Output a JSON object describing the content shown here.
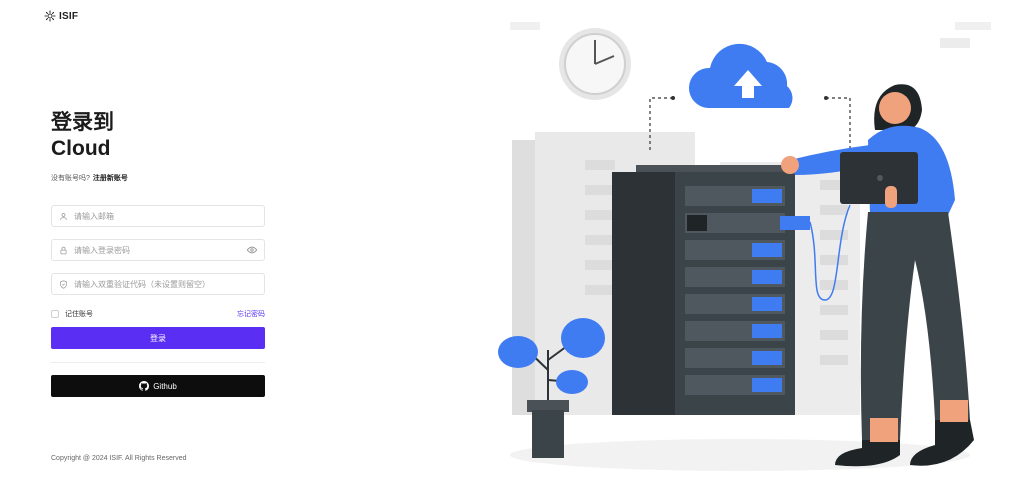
{
  "brand": {
    "name": "ISIF"
  },
  "login": {
    "title_line1": "登录到",
    "title_line2": "Cloud",
    "no_account_text": "没有账号吗?",
    "signup_link": "注册新账号",
    "email_placeholder": "请输入邮箱",
    "password_placeholder": "请输入登录密码",
    "otp_placeholder": "请输入双重验证代码（未设置则留空）",
    "remember_label": "记住账号",
    "forgot_label": "忘记密码",
    "login_button": "登录",
    "github_button": "Github"
  },
  "footer": {
    "copyright": "Copyright @ 2024 ISIF. All Rights Reserved"
  },
  "colors": {
    "primary": "#5b2ff3",
    "github": "#0d0d0d",
    "accent_blue": "#3f7cf2"
  },
  "icons": [
    "gear-logo-icon",
    "user-icon",
    "lock-icon",
    "eye-icon",
    "shield-icon",
    "github-icon"
  ]
}
